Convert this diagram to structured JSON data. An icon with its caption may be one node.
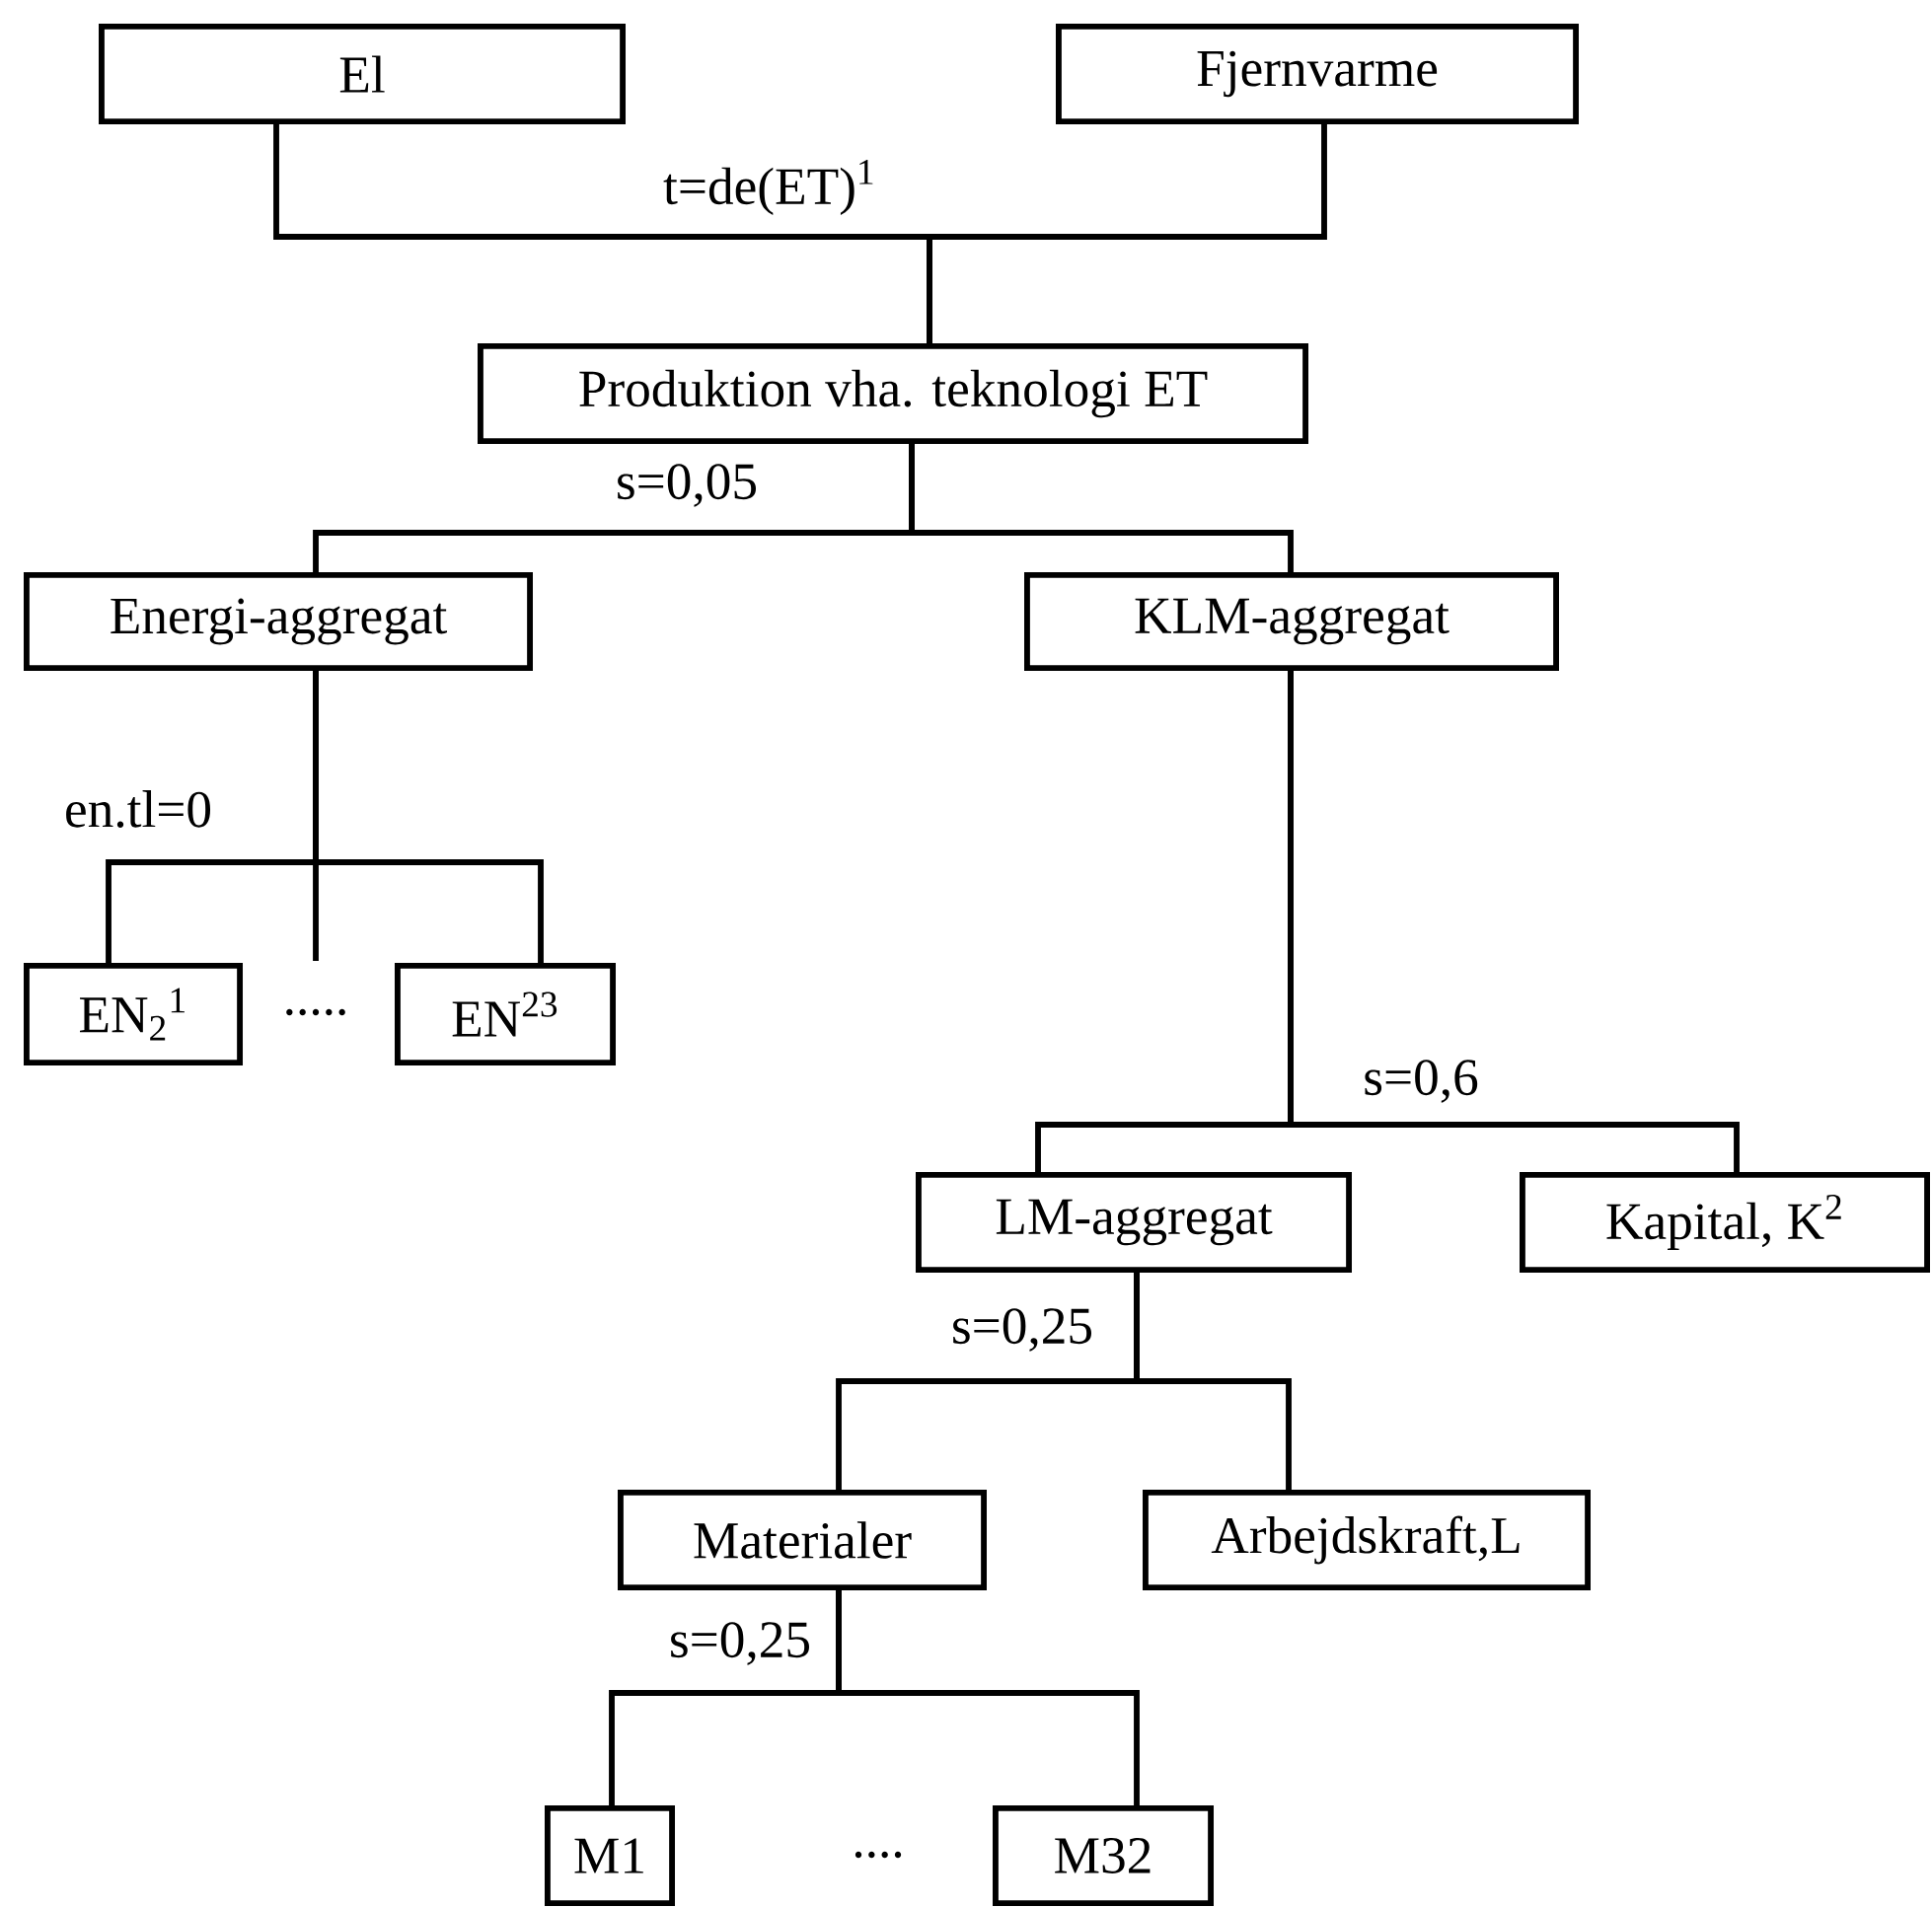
{
  "diagram": {
    "nodes": [
      {
        "text": [
          "El"
        ]
      },
      {
        "text": [
          "Fjernvarme"
        ]
      },
      {
        "text": [
          "Produktion vha. teknologi ET"
        ]
      },
      {
        "text": [
          "Energi-aggregat"
        ]
      },
      {
        "text": [
          "KLM-aggregat"
        ]
      },
      {
        "text": [
          "EN$_{2}$$^{1}$"
        ]
      },
      {
        "text": [
          "EN$^{23}$"
        ]
      },
      {
        "text": [
          "LM-aggregat"
        ]
      },
      {
        "text": [
          "Kapital, K$^{2}$"
        ]
      },
      {
        "text": [
          "Materialer"
        ]
      },
      {
        "text": [
          "Arbejdskraft,L"
        ]
      },
      {
        "text": [
          "M1"
        ]
      },
      {
        "text": [
          "M32"
        ]
      }
    ],
    "edges": [
      {
        "from": 0,
        "to": 2,
        "arrow": "none"
      },
      {
        "from": 1,
        "to": 2,
        "arrow": "none"
      },
      {
        "from": 2,
        "to": 3,
        "arrow": "none"
      },
      {
        "from": 2,
        "to": 4,
        "arrow": "none"
      },
      {
        "from": 3,
        "to": 5,
        "arrow": "none"
      },
      {
        "from": 3,
        "to": 6,
        "arrow": "none"
      },
      {
        "from": 4,
        "to": 7,
        "arrow": "none"
      },
      {
        "from": 4,
        "to": 8,
        "arrow": "none"
      },
      {
        "from": 7,
        "to": 9,
        "arrow": "none"
      },
      {
        "from": 7,
        "to": 10,
        "arrow": "none"
      },
      {
        "from": 9,
        "to": 11,
        "arrow": "none"
      },
      {
        "from": 9,
        "to": 12,
        "arrow": "none"
      }
    ],
    "labels": [
      "t=de(ET)$^{1}$",
      "s=0,05",
      "en.tl=0",
      ".....",
      "s=0,6",
      "s=0,25",
      "s=0,25",
      "...."
    ]
  }
}
